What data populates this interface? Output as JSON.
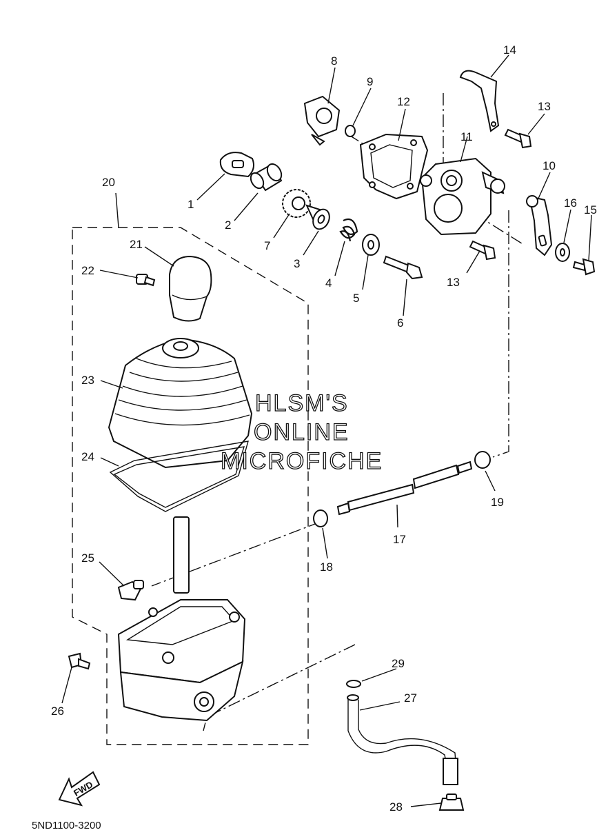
{
  "diagram_code": "5ND1100-3200",
  "watermark": [
    "HLSM'S",
    "ONLINE",
    "MICROFICHE"
  ],
  "fwd_label": "FWD",
  "callouts": [
    "1",
    "2",
    "3",
    "4",
    "5",
    "6",
    "7",
    "8",
    "9",
    "10",
    "11",
    "12",
    "13",
    "13",
    "14",
    "15",
    "16",
    "17",
    "18",
    "19",
    "20",
    "21",
    "22",
    "23",
    "24",
    "25",
    "26",
    "27",
    "28",
    "29"
  ]
}
